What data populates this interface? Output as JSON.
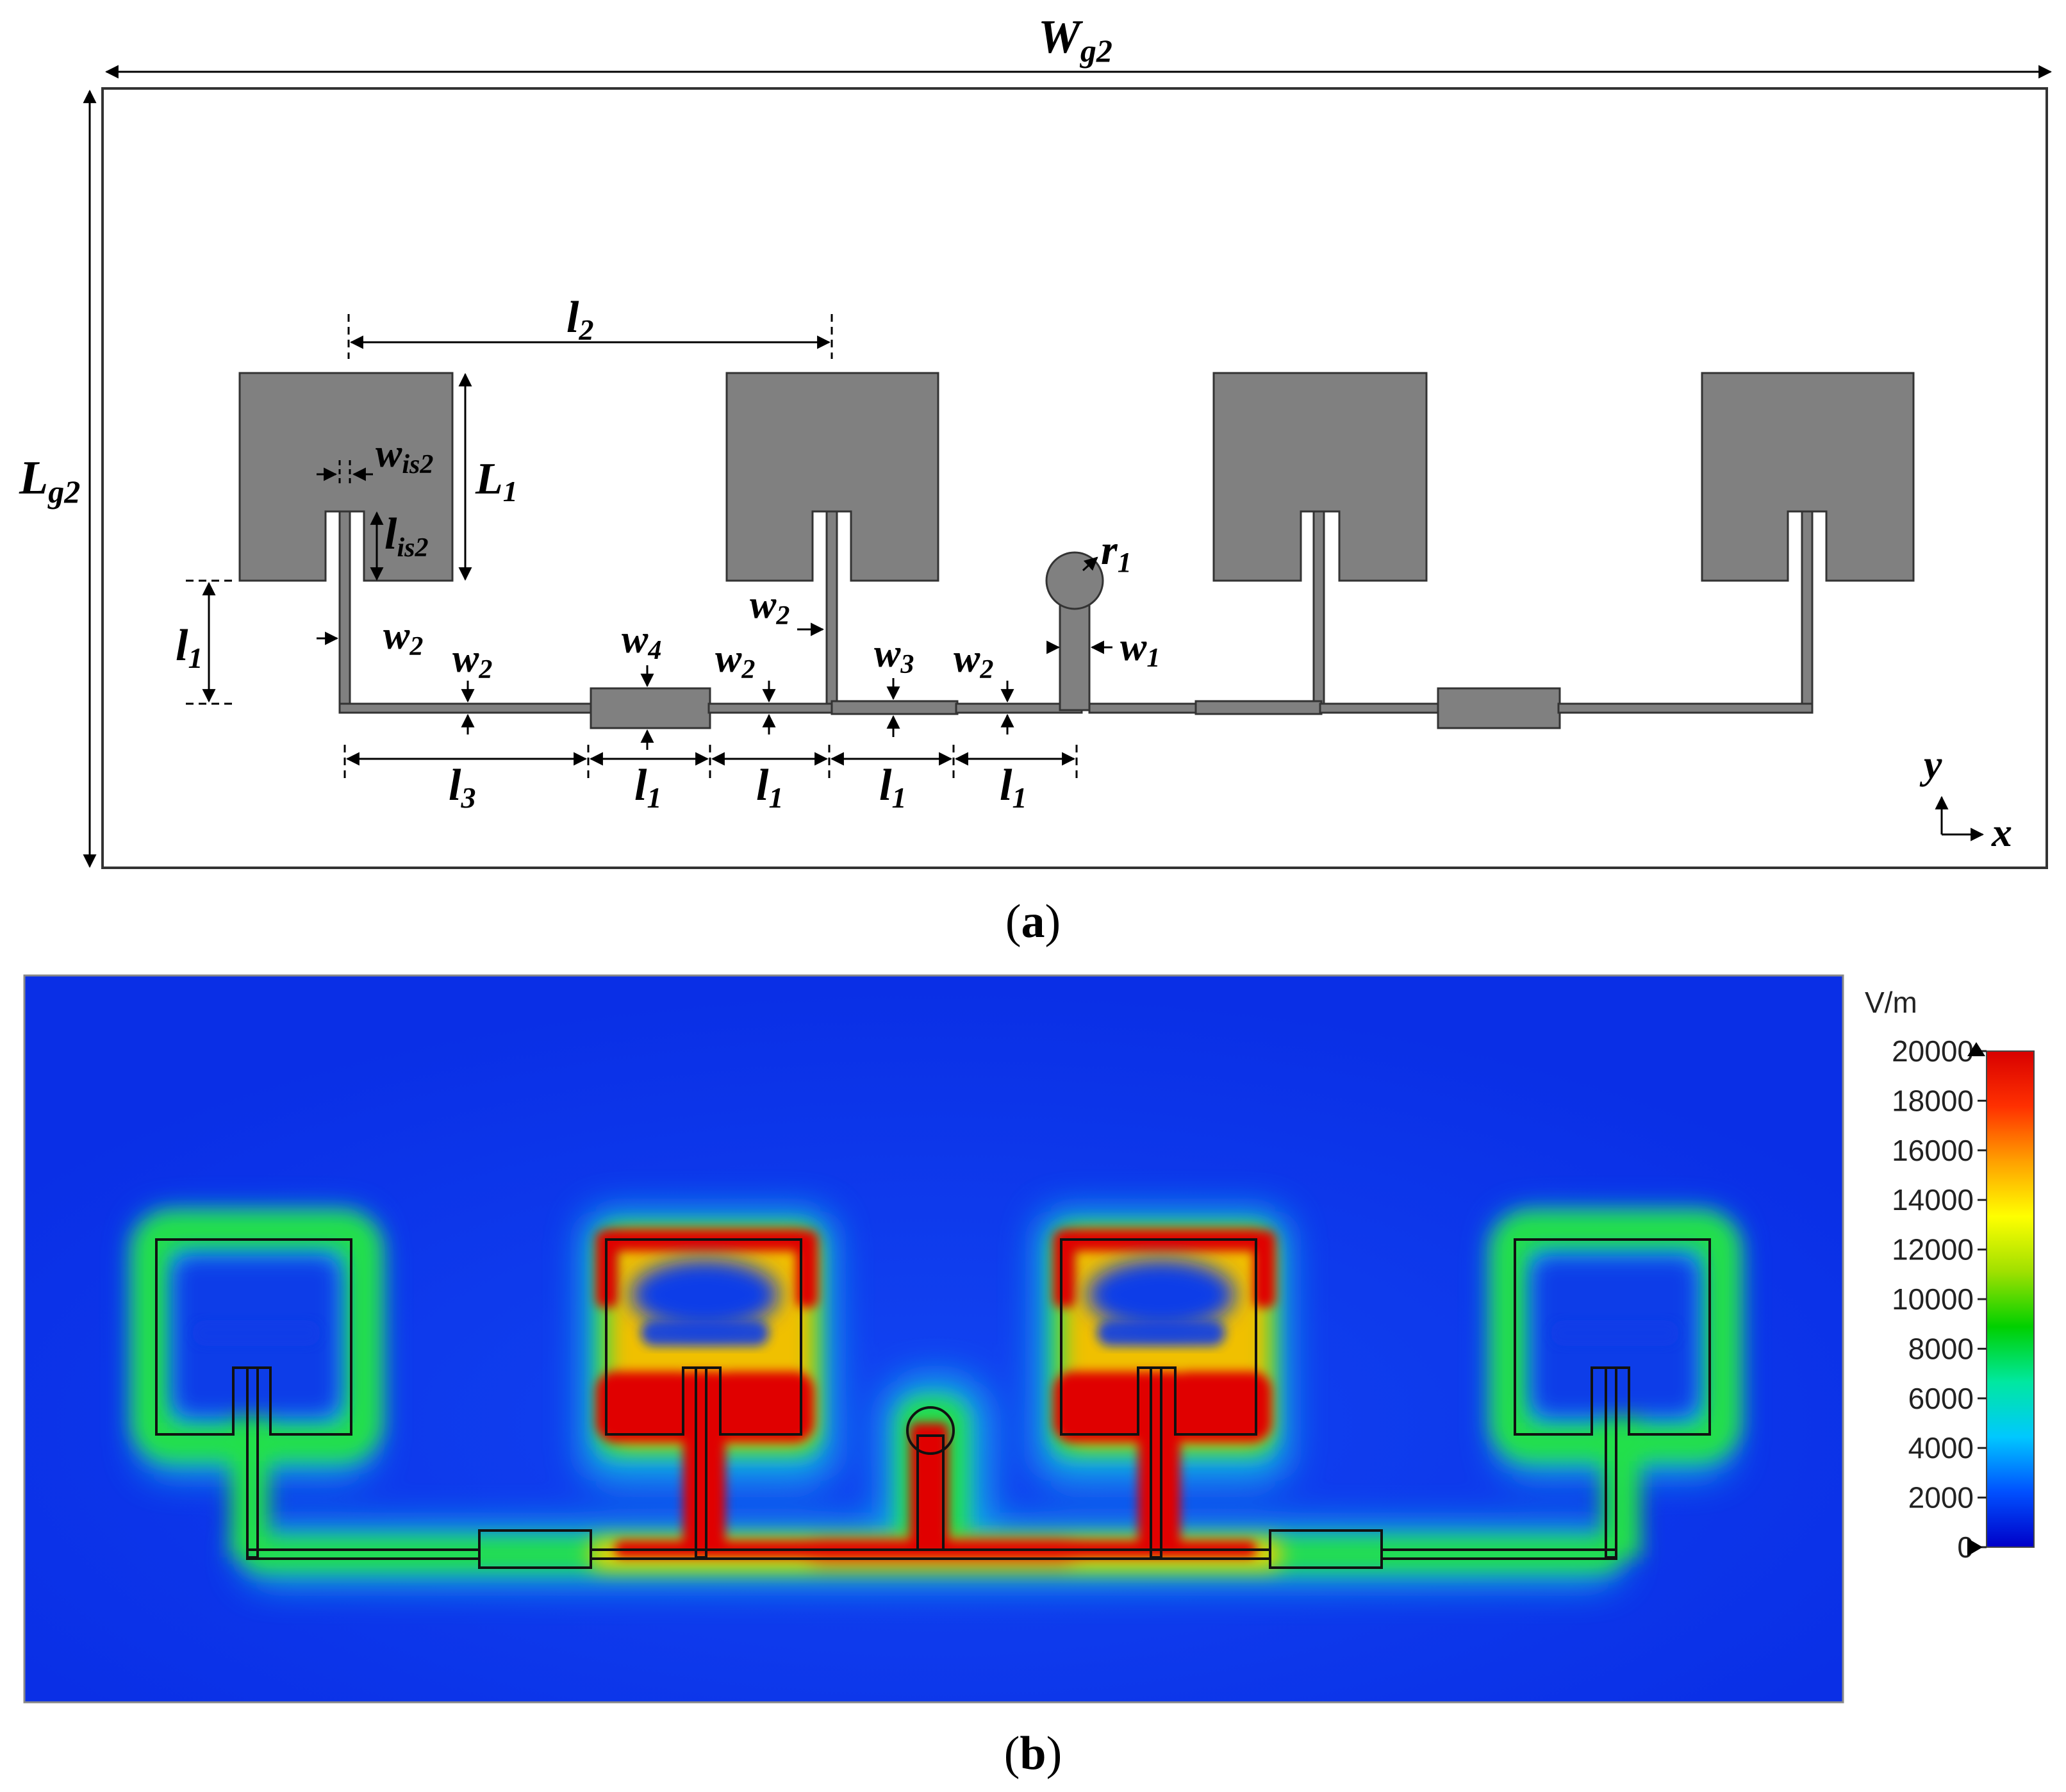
{
  "panel_a": {
    "caption_open": "(",
    "caption_letter": "a",
    "caption_close": ")",
    "labels": {
      "Wg2": {
        "main": "W",
        "sub": "g2"
      },
      "Lg2": {
        "main": "L",
        "sub": "g2"
      },
      "l2": {
        "main": "l",
        "sub": "2"
      },
      "L1": {
        "main": "L",
        "sub": "1"
      },
      "wis2": {
        "main": "w",
        "sub": "is2"
      },
      "lis2": {
        "main": "l",
        "sub": "is2"
      },
      "r1": {
        "main": "r",
        "sub": "1"
      },
      "l1_left": {
        "main": "l",
        "sub": "1"
      },
      "w2_left": {
        "main": "w",
        "sub": "2"
      },
      "w2_line": {
        "main": "w",
        "sub": "2"
      },
      "w4": {
        "main": "w",
        "sub": "4"
      },
      "w2_mid": {
        "main": "w",
        "sub": "2"
      },
      "w2_top": {
        "main": "w",
        "sub": "2"
      },
      "w3": {
        "main": "w",
        "sub": "3"
      },
      "w2_right": {
        "main": "w",
        "sub": "2"
      },
      "w1": {
        "main": "w",
        "sub": "1"
      },
      "l3": {
        "main": "l",
        "sub": "3"
      },
      "l1_b1": {
        "main": "l",
        "sub": "1"
      },
      "l1_b2": {
        "main": "l",
        "sub": "1"
      },
      "l1_b3": {
        "main": "l",
        "sub": "1"
      },
      "l1_b4": {
        "main": "l",
        "sub": "1"
      },
      "axis_y": "y",
      "axis_x": "x"
    },
    "colors": {
      "patch": "#808080",
      "outline": "#333333"
    }
  },
  "panel_b": {
    "caption_open": "(",
    "caption_letter": "b",
    "caption_close": ")",
    "colorbar": {
      "unit": "V/m",
      "ticks": [
        "20000",
        "18000",
        "16000",
        "14000",
        "12000",
        "10000",
        "8000",
        "6000",
        "4000",
        "2000",
        "0"
      ],
      "min": 0,
      "max": 20000,
      "colors": [
        "#0000c8",
        "#0050ff",
        "#00c8ff",
        "#00e8a0",
        "#00d000",
        "#a0e000",
        "#ffff00",
        "#ffa000",
        "#ff3000",
        "#d80000"
      ]
    },
    "background_color": "#0a2fe6"
  }
}
